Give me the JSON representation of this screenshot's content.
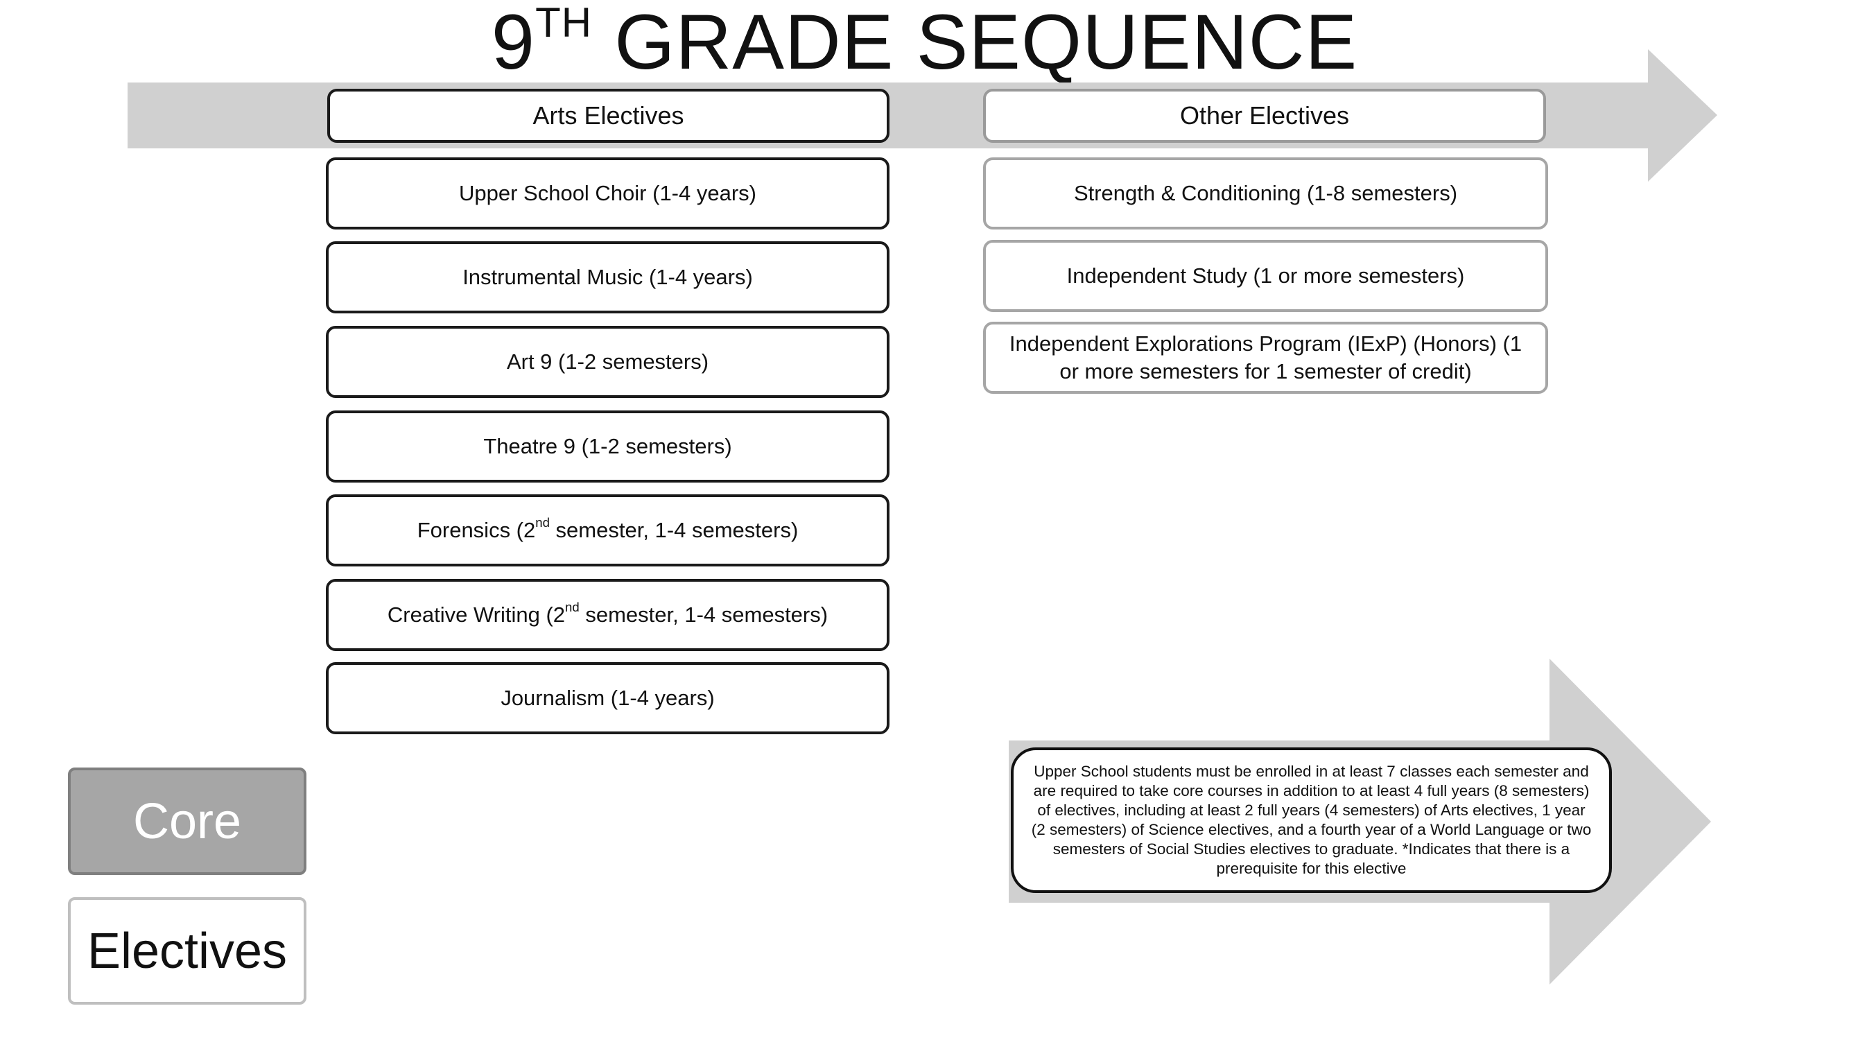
{
  "title": {
    "main": "9",
    "sup": "TH",
    "rest": " GRADE SEQUENCE"
  },
  "columns": {
    "arts_header": "Arts Electives",
    "other_header": "Other Electives"
  },
  "arts_electives": [
    "Upper School Choir (1-4 years)",
    "Instrumental Music (1-4 years)",
    "Art 9 (1-2 semesters)",
    "Theatre 9 (1-2 semesters)",
    {
      "pre": "Forensics (2",
      "sup": "nd",
      "post": " semester, 1-4 semesters)"
    },
    {
      "pre": "Creative Writing (2",
      "sup": "nd",
      "post": " semester, 1-4 semesters)"
    },
    "Journalism (1-4 years)"
  ],
  "other_electives": [
    "Strength & Conditioning (1-8 semesters)",
    "Independent Study (1 or more semesters)",
    "Independent Explorations Program (IExP) (Honors) (1 or more semesters for 1 semester of credit)"
  ],
  "note": "Upper School students must be enrolled in at least 7 classes each semester and are required to take core courses in addition to at least 4 full years (8 semesters) of electives, including at least 2 full years (4 semesters) of Arts electives, 1 year (2 semesters) of Science electives, and a fourth year of a World Language or two semesters of Social Studies electives to graduate. *Indicates that there is a prerequisite for this elective",
  "legend": {
    "core": "Core",
    "electives": "Electives"
  },
  "colors": {
    "arrow": "#d0d0d0",
    "core_fill": "#a6a6a6",
    "border_dark": "#1a1a1a",
    "border_grey": "#a6a6a6"
  }
}
